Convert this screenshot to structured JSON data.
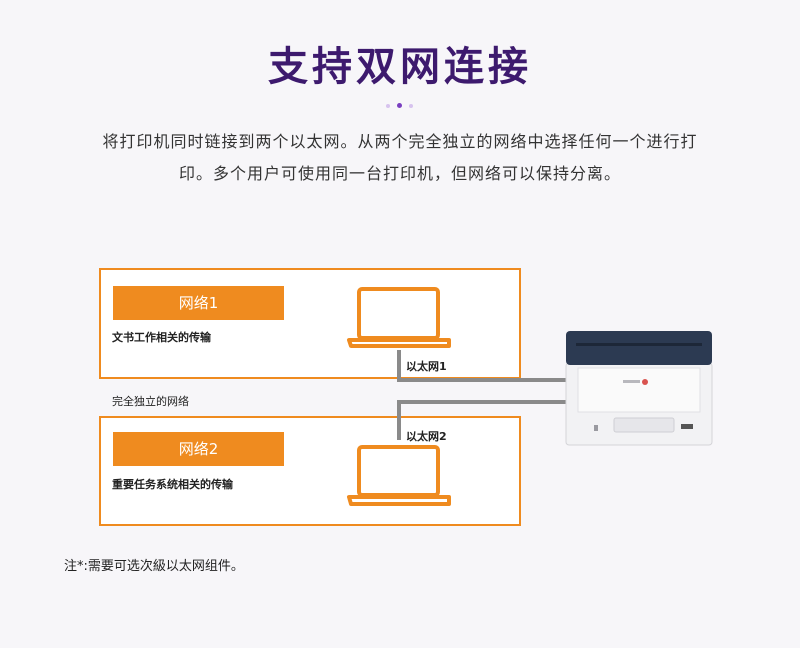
{
  "title": "支持双网连接",
  "description_line1": "将打印机同时链接到两个以太网。从两个完全独立的网络中选择任何一个进行打",
  "description_line2": "印。多个用户可使用同一台打印机，但网络可以保持分离。",
  "network1": {
    "name": "网络1",
    "desc": "文书工作相关的传输",
    "port": "以太网1"
  },
  "network2": {
    "name": "网络2",
    "desc": "重要任务系统相关的传输",
    "port": "以太网2"
  },
  "separation_label": "完全独立的网络",
  "note": "注*:需要可选次級以太网组件。",
  "colors": {
    "accent": "#ef8b1f",
    "title": "#3d1a6e",
    "line": "#8a8a8a"
  }
}
